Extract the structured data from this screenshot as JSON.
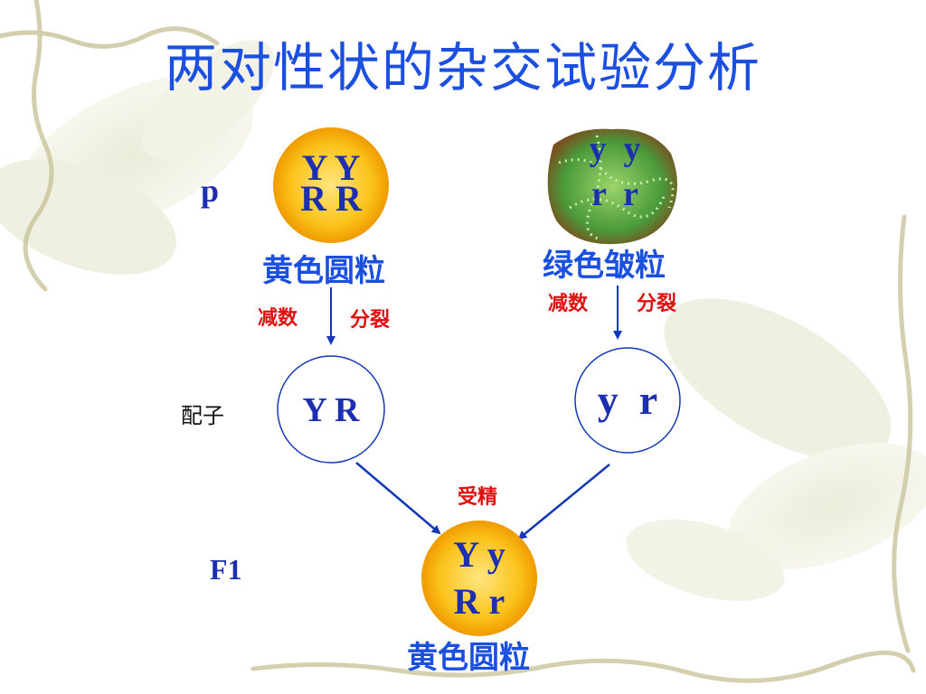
{
  "title": "两对性状的杂交试验分析",
  "labels": {
    "p": "p",
    "gamete": "配子",
    "f1": "F1",
    "fertilization": "受精"
  },
  "parent_yellow": {
    "genotype_line1": "Y Y",
    "genotype_line2": "R R",
    "phenotype": "黄色圆粒",
    "meiosis_left": "减数",
    "meiosis_right": "分裂"
  },
  "parent_green": {
    "genotype_line1": "y  y",
    "genotype_line2": "r  r",
    "phenotype": "绿色皱粒",
    "meiosis_left": "减数",
    "meiosis_right": "分裂"
  },
  "gamete_left": {
    "genotype": "Y R"
  },
  "gamete_right": {
    "genotype": "y  r"
  },
  "offspring": {
    "genotype_line1": "Y y",
    "genotype_line2": "R r",
    "phenotype": "黄色圆粒"
  },
  "colors": {
    "title": "#1a4fe0",
    "genotype": "#1b2fb0",
    "meiosis_text": "#e01010",
    "yellow_pea": "#f5a800",
    "green_pea": "#4a9a3a",
    "arrow": "#1438b8"
  },
  "icons": {
    "yellow_pea": "yellow-round-pea-icon",
    "green_pea": "green-wrinkled-pea-icon"
  }
}
